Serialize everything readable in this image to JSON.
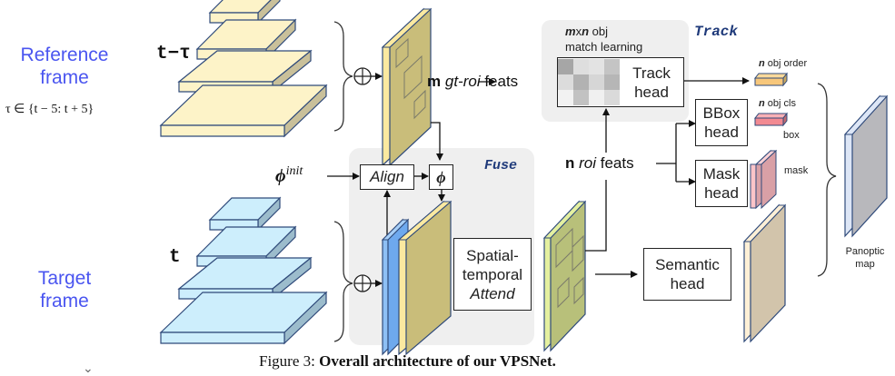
{
  "left_labels": {
    "reference": [
      "Reference",
      "frame"
    ],
    "tau_range": "τ ∈ {t − 5: t + 5}",
    "target": [
      "Target",
      "frame"
    ]
  },
  "pyramids": {
    "reference_label": "t−τ",
    "target_label": "t"
  },
  "modules": {
    "fuse_title": "Fuse",
    "track_title": "Track",
    "align": "Align",
    "phi": "ϕ",
    "phi_init_base": "ϕ",
    "phi_init_sup": "init",
    "spatial_temporal": [
      "Spatial-",
      "temporal",
      "Attend"
    ],
    "track_head": [
      "Track",
      "head"
    ],
    "bbox_head": [
      "BBox",
      "head"
    ],
    "mask_head": [
      "Mask",
      "head"
    ],
    "semantic_head": [
      "Semantic",
      "head"
    ]
  },
  "annotations": {
    "m_gt_roi": {
      "bold": "m",
      "italic": "gt-roi",
      "rest": " feats"
    },
    "n_roi": {
      "bold": "n",
      "italic": "roi",
      "rest": " feats"
    },
    "match_learning": {
      "bold": "m",
      "x": "x",
      "bold2": "n",
      "rest": " obj",
      "line2": "match learning"
    },
    "obj_order": {
      "bold": "n",
      "rest": " obj order"
    },
    "obj_cls": {
      "bold": "n",
      "rest": " obj cls"
    },
    "box": "box",
    "mask": "mask",
    "panoptic": [
      "Panoptic",
      "map"
    ]
  },
  "caption": {
    "prefix": "Figure 3: ",
    "bold": "Overall architecture of our VPSNet."
  },
  "colors": {
    "reference_fill": "#fdf3c8",
    "target_fill": "#cdeefc",
    "feature_dark": "#c9bd7a",
    "blue_feature": "#8ec0f5",
    "green_feature": "#b8c07a",
    "order_bar": "#f7c77b",
    "cls_bar": "#f28a92",
    "mask_fill": "#d9a0a6",
    "semantic_fill": "#d2c4ab",
    "panoptic_fill": "#b8b8bc",
    "label_blue": "#4a55f0",
    "module_bg": "#efefef"
  },
  "track_matrix": [
    [
      "#a6a6a6",
      "#dedede",
      "#e3e3e3",
      "#c4c4c4"
    ],
    [
      "#dcdcdc",
      "#b2b2b2",
      "#d6d6d6",
      "#b6b6b6"
    ],
    [
      "#f2f2f2",
      "#c2c2c2",
      "#f0f0f0",
      "#dadada"
    ]
  ]
}
